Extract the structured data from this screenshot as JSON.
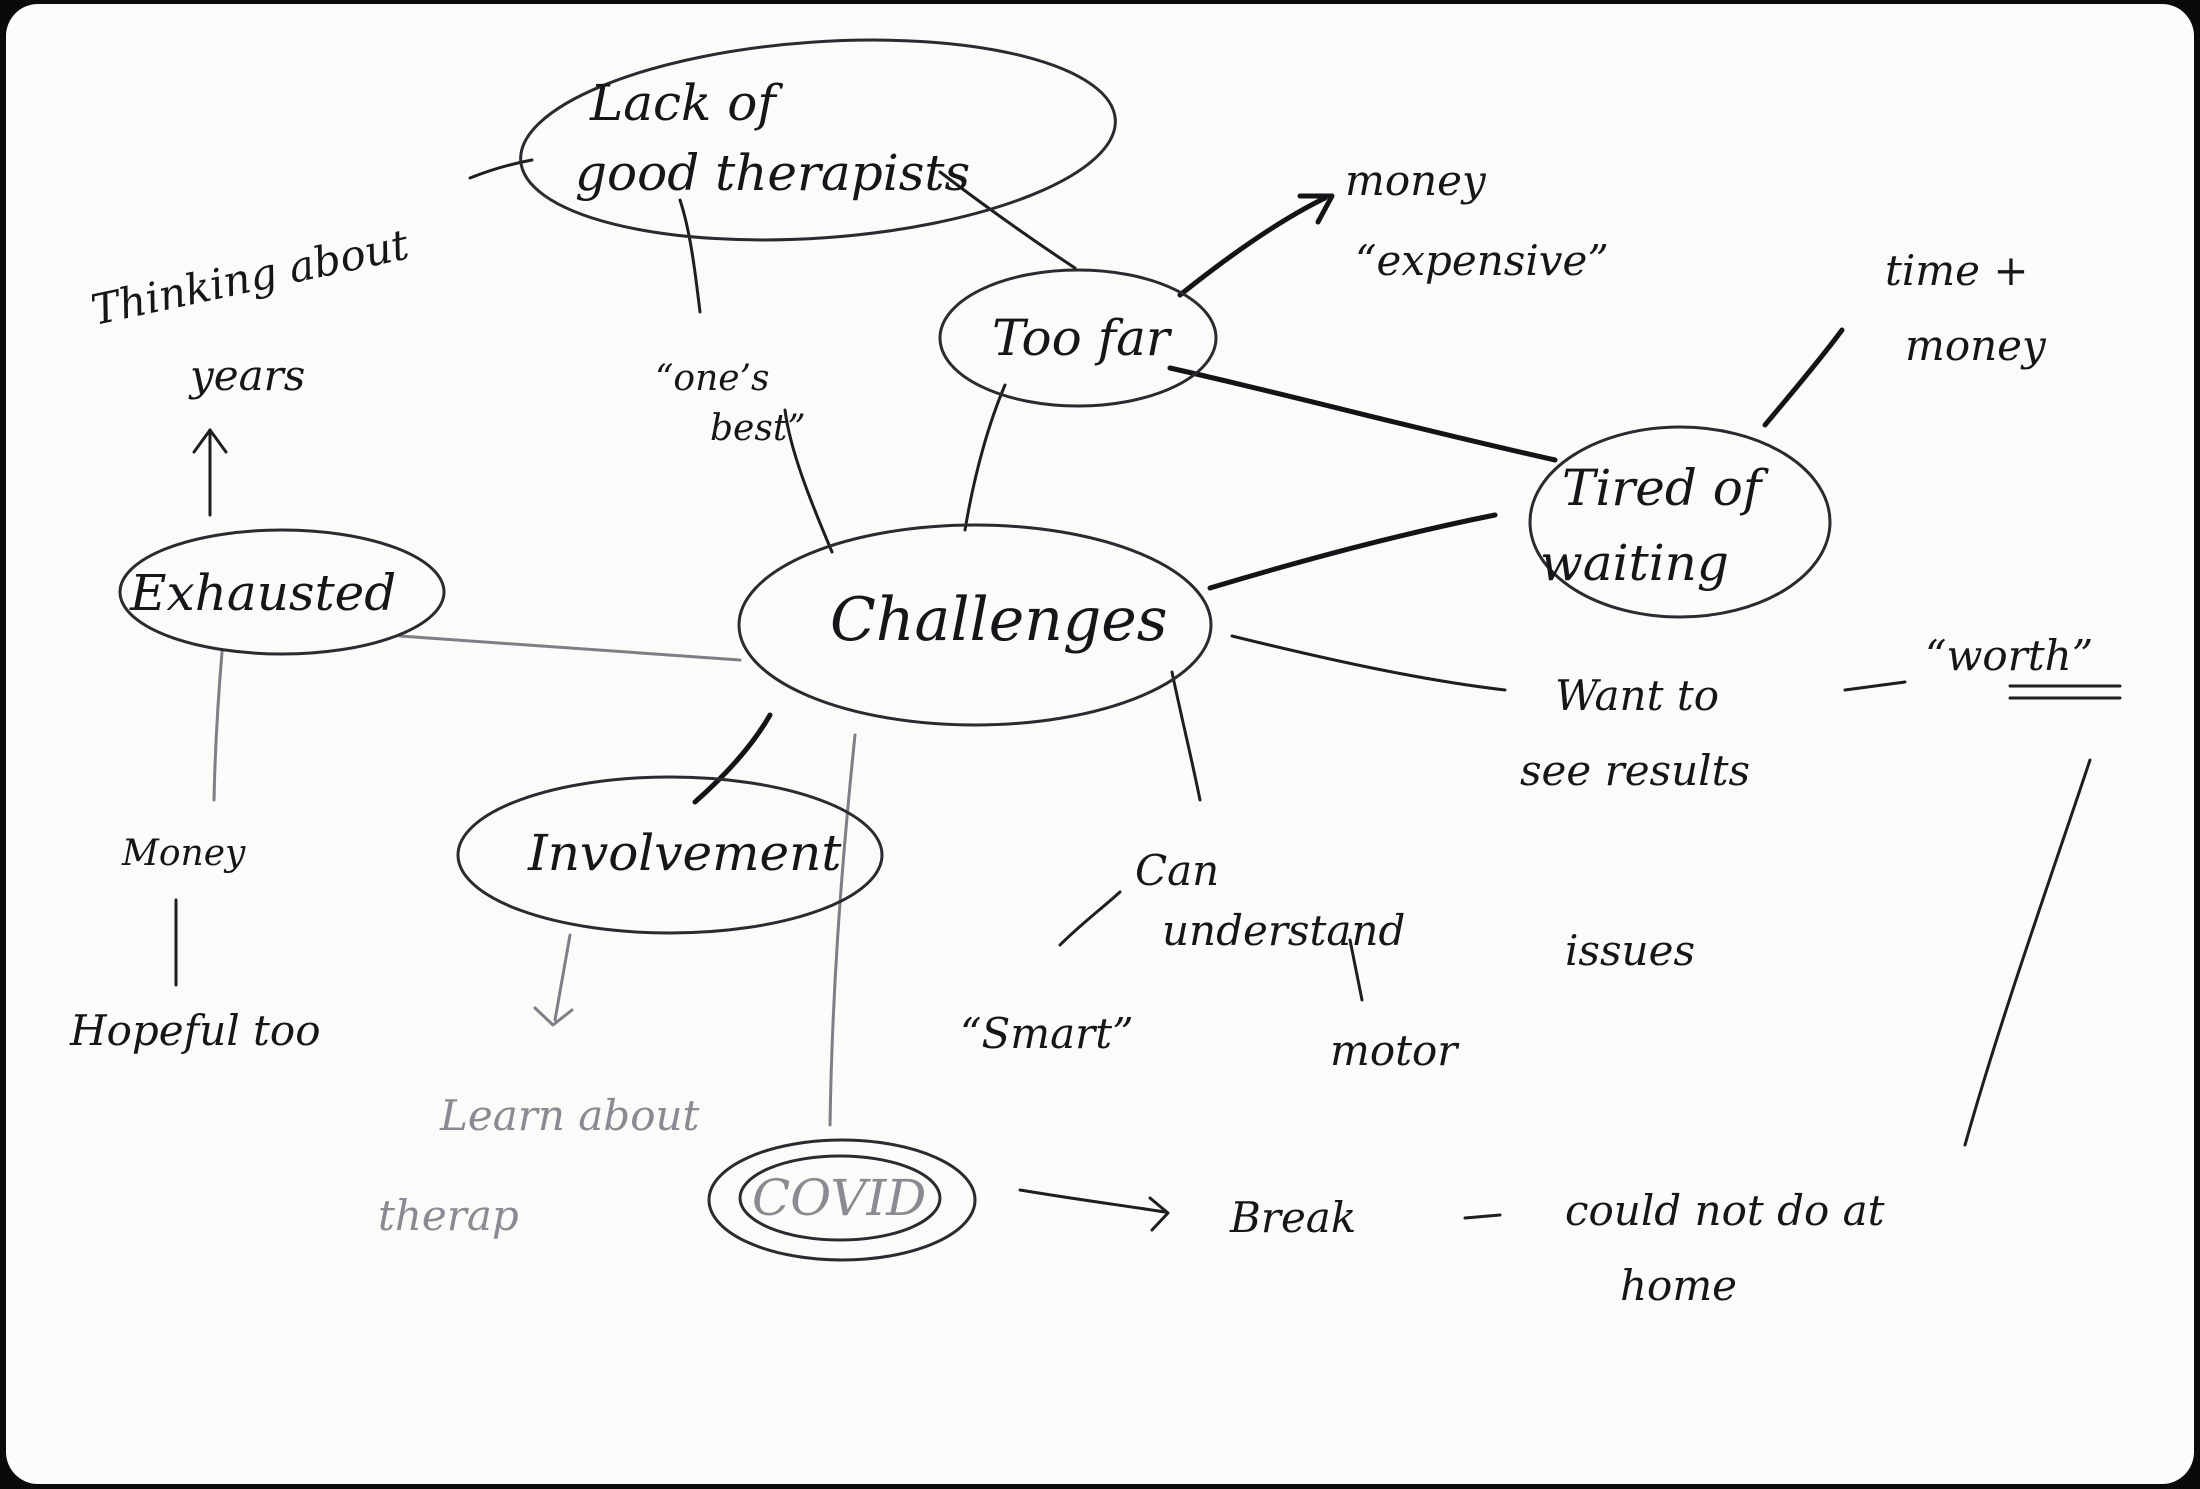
{
  "hub": {
    "label": "Challenges"
  },
  "nodes": {
    "lack_of_good_therapists": {
      "line1": "Lack of",
      "line2": "good therapists"
    },
    "too_far": {
      "label": "Too far"
    },
    "tired_of_waiting": {
      "line1": "Tired of",
      "line2": "waiting"
    },
    "exhausted": {
      "label": "Exhausted"
    },
    "involvement": {
      "label": "Involvement"
    },
    "covid": {
      "label": "COVID"
    }
  },
  "notes": {
    "thinking_about_years": {
      "line1": "Thinking about",
      "line2": "years"
    },
    "ones_best": {
      "line1": "“one’s",
      "line2": "best”"
    },
    "money": {
      "line1": "money",
      "line2": "“expensive”"
    },
    "time_money": {
      "line1": "time +",
      "line2": "money"
    },
    "want_results": {
      "line1": "Want to",
      "line2": "see results"
    },
    "worth": {
      "label": "“worth”"
    },
    "money_left": {
      "label": "Money"
    },
    "hopeful_too": {
      "label": "Hopeful too"
    },
    "learn_about_therapy": {
      "line1": "Learn about",
      "line2": "therap"
    },
    "can_understand": {
      "line1": "Can",
      "line2": "understand"
    },
    "smart": {
      "label": "“Smart”"
    },
    "motor_issues": {
      "line1": "motor",
      "line2": "issues"
    },
    "break_home": {
      "line1": "Break",
      "line2": "could not do at",
      "line3": "home"
    }
  }
}
